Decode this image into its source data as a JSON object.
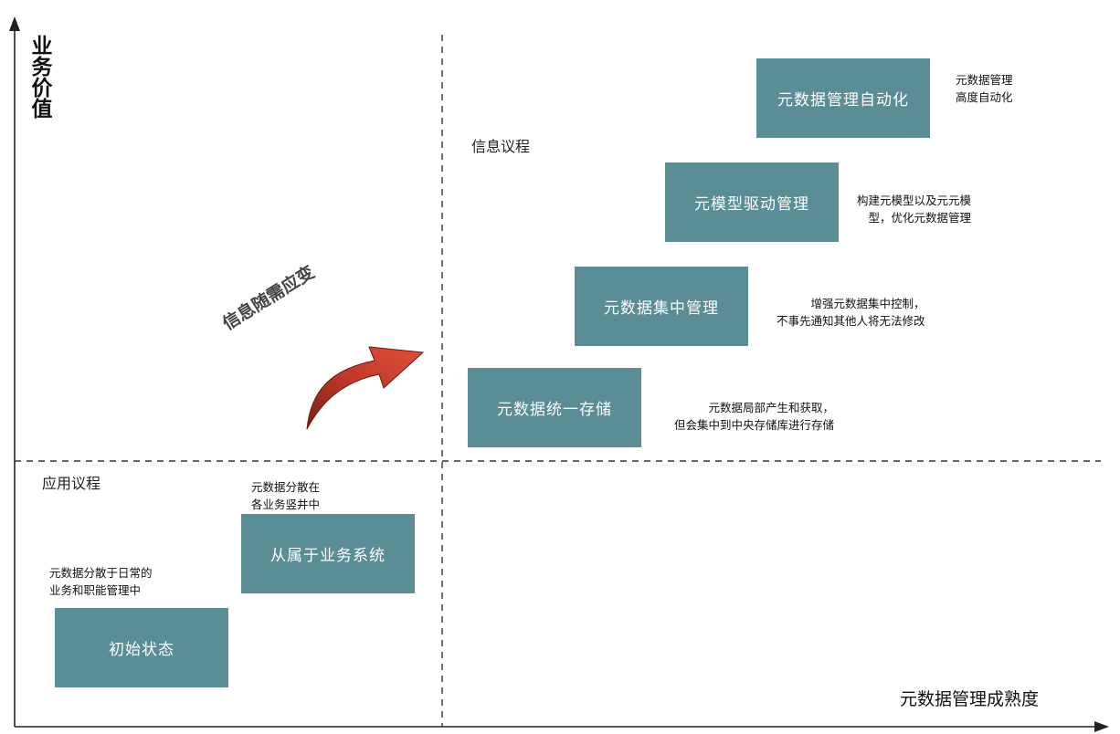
{
  "axes": {
    "y_label": "业务价值",
    "x_label": "元数据管理成熟度"
  },
  "quadrants": {
    "top_right_agenda": "信息议程",
    "bottom_left_agenda": "应用议程"
  },
  "transition_arrow": {
    "label": "信息随需应变",
    "color": "#c0392b"
  },
  "colors": {
    "stage_box": "#5a8d96",
    "stage_text": "#ffffff"
  },
  "stages": [
    {
      "name": "初始状态",
      "description": [
        "元数据分散于日常的",
        "业务和职能管理中"
      ]
    },
    {
      "name": "从属于业务系统",
      "description": [
        "元数据分散在",
        "各业务竖井中"
      ]
    },
    {
      "name": "元数据统一存储",
      "description": [
        "元数据局部产生和获取，",
        "但会集中到中央存储库进行存储"
      ]
    },
    {
      "name": "元数据集中管理",
      "description": [
        "增强元数据集中控制，",
        "不事先通知其他人将无法修改"
      ]
    },
    {
      "name": "元模型驱动管理",
      "description": [
        "构建元模型以及元元模",
        "型，优化元数据管理"
      ]
    },
    {
      "name": "元数据管理自动化",
      "description": [
        "元数据管理",
        "高度自动化"
      ]
    }
  ]
}
